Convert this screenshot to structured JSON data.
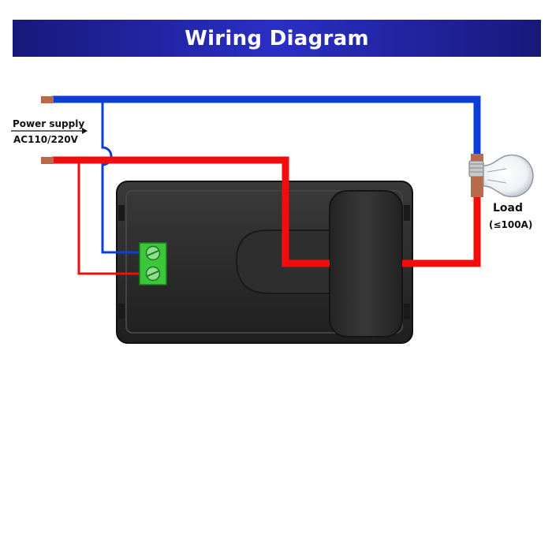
{
  "header": {
    "title": "Wiring Diagram"
  },
  "labels": {
    "power_supply": "Power supply",
    "voltage": "AC110/220V",
    "load": "Load",
    "load_rating": "(≤100A)"
  },
  "colors": {
    "banner": "#1f23a3",
    "neutral_wire": "#0d3fd6",
    "live_wire": "#f20c0c",
    "meter_body": "#2b2b2b",
    "terminal_block": "#3cc63c",
    "copper_tip": "#b86a4a"
  },
  "icons": [
    "arrow-right-icon",
    "light-bulb-icon",
    "screw-terminal-icon",
    "current-transformer-icon"
  ]
}
